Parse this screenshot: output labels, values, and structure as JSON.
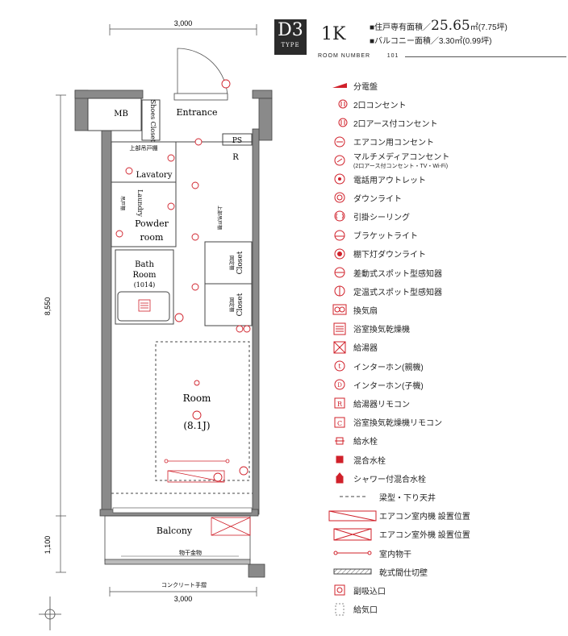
{
  "header": {
    "type_code": "D3",
    "type_word": "TYPE",
    "room_type": "1K",
    "private_area_label": "■住戸専有面積／",
    "private_area_value": "25.65",
    "private_area_unit": "㎡(7.75坪)",
    "balcony_area_label": "■バルコニー面積／3.30㎡(0.99坪)",
    "room_number_label": "ROOM NUMBER",
    "room_number": "101"
  },
  "plan": {
    "dim_top": "3,000",
    "dim_bottom": "3,000",
    "dim_left_main": "8,550",
    "dim_left_balcony": "1,100",
    "labels": {
      "mb": "MB",
      "entrance": "Entrance",
      "shoes_closet": "Shoes Closet",
      "ps": "PS",
      "upper_storage": "上部吊戸棚",
      "lavatory": "Lavatory",
      "laundry": "Laundry",
      "storage_small": "吊戸棚",
      "powder_room_1": "Powder",
      "powder_room_2": "room",
      "bath_room_1": "Bath",
      "bath_room_2": "Room",
      "bath_size": "(1014)",
      "kitchen_storage": "上部吊戸棚",
      "closet_1": "Closet",
      "closet_2": "Closet",
      "closet_side_1": "固定棚",
      "closet_side_2": "固定棚",
      "room": "Room",
      "room_size": "(8.1J)",
      "balcony": "Balcony",
      "clothesline": "物干金物",
      "concrete_rail": "コンクリート手摺",
      "fridge_r": "R"
    }
  },
  "legend": [
    {
      "icon": "distribution-board-icon",
      "label": "分電盤"
    },
    {
      "icon": "double-outlet-icon",
      "label": "2口コンセント"
    },
    {
      "icon": "grounded-outlet-icon",
      "label": "2口アース付コンセント"
    },
    {
      "icon": "ac-outlet-icon",
      "label": "エアコン用コンセント"
    },
    {
      "icon": "multimedia-outlet-icon",
      "label": "マルチメディアコンセント",
      "sub": "(2口アース付コンセント・TV・Wi-Fi)"
    },
    {
      "icon": "phone-outlet-icon",
      "label": "電話用アウトレット"
    },
    {
      "icon": "downlight-icon",
      "label": "ダウンライト"
    },
    {
      "icon": "ceiling-hook-icon",
      "label": "引掛シーリング"
    },
    {
      "icon": "bracket-light-icon",
      "label": "ブラケットライト"
    },
    {
      "icon": "shelf-downlight-icon",
      "label": "棚下灯ダウンライト"
    },
    {
      "icon": "rate-of-rise-detector-icon",
      "label": "差動式スポット型感知器"
    },
    {
      "icon": "fixed-temp-detector-icon",
      "label": "定温式スポット型感知器"
    },
    {
      "icon": "ventilation-fan-icon",
      "label": "換気扇"
    },
    {
      "icon": "bath-dryer-icon",
      "label": "浴室換気乾燥機"
    },
    {
      "icon": "water-heater-icon",
      "label": "給湯器"
    },
    {
      "icon": "intercom-main-icon",
      "label": "インターホン(親機)"
    },
    {
      "icon": "intercom-sub-icon",
      "label": "インターホン(子機)"
    },
    {
      "icon": "heater-remote-icon",
      "label": "給湯器リモコン"
    },
    {
      "icon": "bath-dryer-remote-icon",
      "label": "浴室換気乾燥機リモコン"
    },
    {
      "icon": "water-tap-icon",
      "label": "給水栓"
    },
    {
      "icon": "mixer-tap-icon",
      "label": "混合水栓"
    },
    {
      "icon": "shower-mixer-tap-icon",
      "label": "シャワー付混合水栓"
    },
    {
      "icon": "beam-line-icon",
      "label": "梁型・下り天井"
    },
    {
      "icon": "ac-indoor-unit-icon",
      "label": "エアコン室内機 設置位置"
    },
    {
      "icon": "ac-outdoor-unit-icon",
      "label": "エアコン室外機 設置位置"
    },
    {
      "icon": "indoor-clothesline-icon",
      "label": "室内物干"
    },
    {
      "icon": "dry-partition-icon",
      "label": "乾式間仕切壁"
    },
    {
      "icon": "air-intake-icon",
      "label": "副吸込口"
    },
    {
      "icon": "air-supply-icon",
      "label": "給気口"
    }
  ],
  "colors": {
    "accent": "#d0202a",
    "wall": "#555555",
    "text": "#222222"
  }
}
